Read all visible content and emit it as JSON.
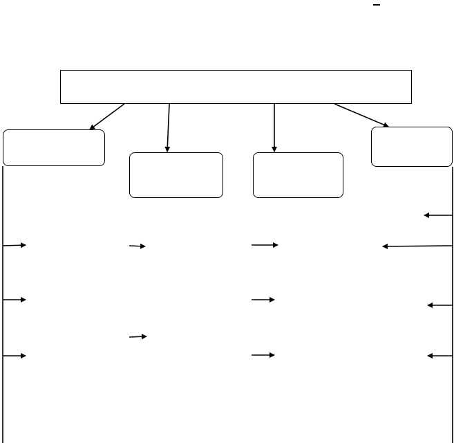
{
  "diagram": {
    "stroke_color": "#000000",
    "background_color": "#ffffff",
    "boxes": [
      {
        "id": "top-box",
        "label": ""
      },
      {
        "id": "branch-1-box",
        "label": ""
      },
      {
        "id": "branch-2-box",
        "label": ""
      },
      {
        "id": "branch-3-box",
        "label": ""
      },
      {
        "id": "branch-4-box",
        "label": ""
      }
    ]
  }
}
